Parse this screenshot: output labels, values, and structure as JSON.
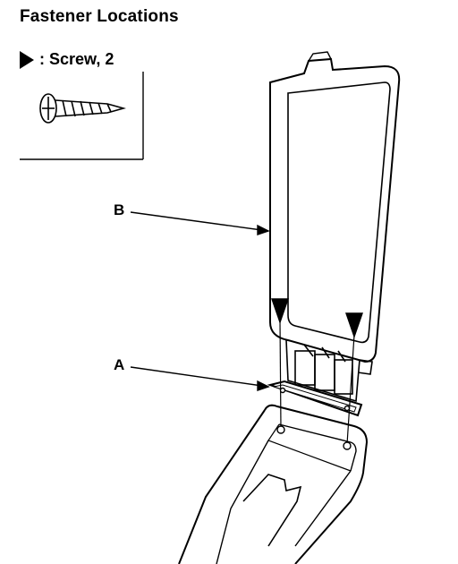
{
  "title": "Fastener Locations",
  "legend": {
    "symbol_icon": "triangle-pointer-icon",
    "text": ": Screw, 2"
  },
  "callouts": {
    "b": "B",
    "a": "A"
  }
}
